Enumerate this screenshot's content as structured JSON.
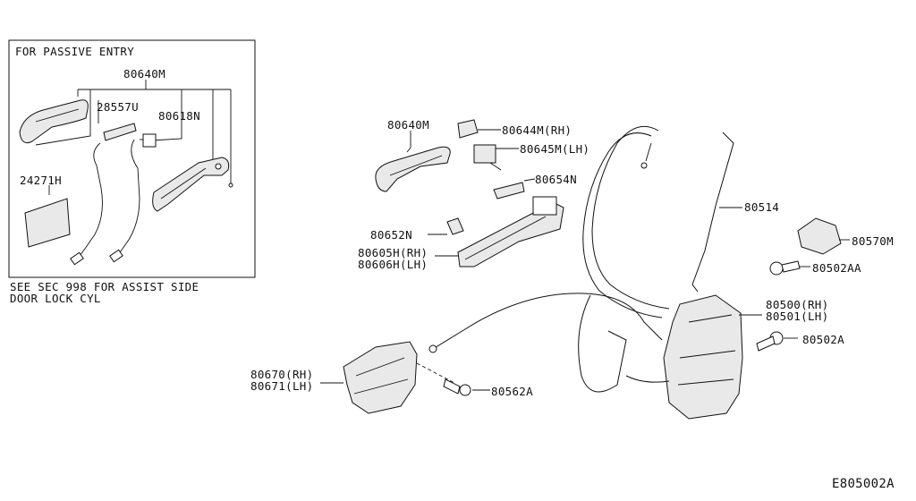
{
  "inset": {
    "title": "FOR PASSIVE ENTRY",
    "labels": {
      "p80640m": "80640M",
      "p28557u": "28557U",
      "p80618n": "80618N",
      "p24271h": "24271H"
    },
    "note_line1": "SEE SEC 998 FOR ASSIST SIDE",
    "note_line2": "DOOR LOCK CYL"
  },
  "parts": {
    "p80640m": "80640M",
    "p80644m": "80644M(RH)",
    "p80645m": "80645M(LH)",
    "p80654n": "80654N",
    "p80652n": "80652N",
    "p80605h": "80605H(RH)",
    "p80606h": "80606H(LH)",
    "p80514": "80514",
    "p80570m": "80570M",
    "p80502aa": "80502AA",
    "p80500": "80500(RH)",
    "p80501": "80501(LH)",
    "p80502a": "80502A",
    "p80670": "80670(RH)",
    "p80671": "80671(LH)",
    "p80562a": "80562A"
  },
  "figure_code": "E805002A"
}
